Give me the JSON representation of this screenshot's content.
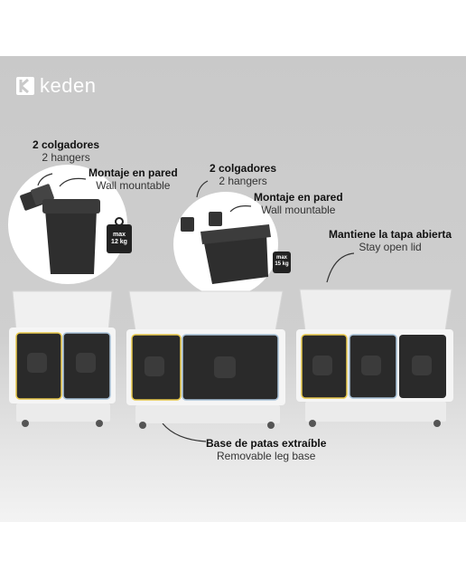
{
  "brand": {
    "name": "keden",
    "logo_icon": "keden-k-logo"
  },
  "callouts": [
    {
      "es": "2 colgadores",
      "en": "2 hangers"
    },
    {
      "es": "Montaje en pared",
      "en": "Wall mountable"
    },
    {
      "es": "2 colgadores",
      "en": "2 hangers"
    },
    {
      "es": "Montaje en pared",
      "en": "Wall mountable"
    },
    {
      "es": "Mantiene la tapa abierta",
      "en": "Stay open lid"
    },
    {
      "es": "Base de patas extraíble",
      "en": "Removable leg base"
    }
  ],
  "weight_badges": [
    {
      "line1": "max",
      "line2": "12 kg"
    },
    {
      "line1": "max",
      "line2": "15 kg"
    }
  ],
  "colors": {
    "panel": "#cccccc",
    "bin_white": "#f4f4f4",
    "bucket_dark": "#2b2b2b",
    "accent_yellow": "#e8c84a",
    "accent_blue": "#a9c3d9"
  }
}
